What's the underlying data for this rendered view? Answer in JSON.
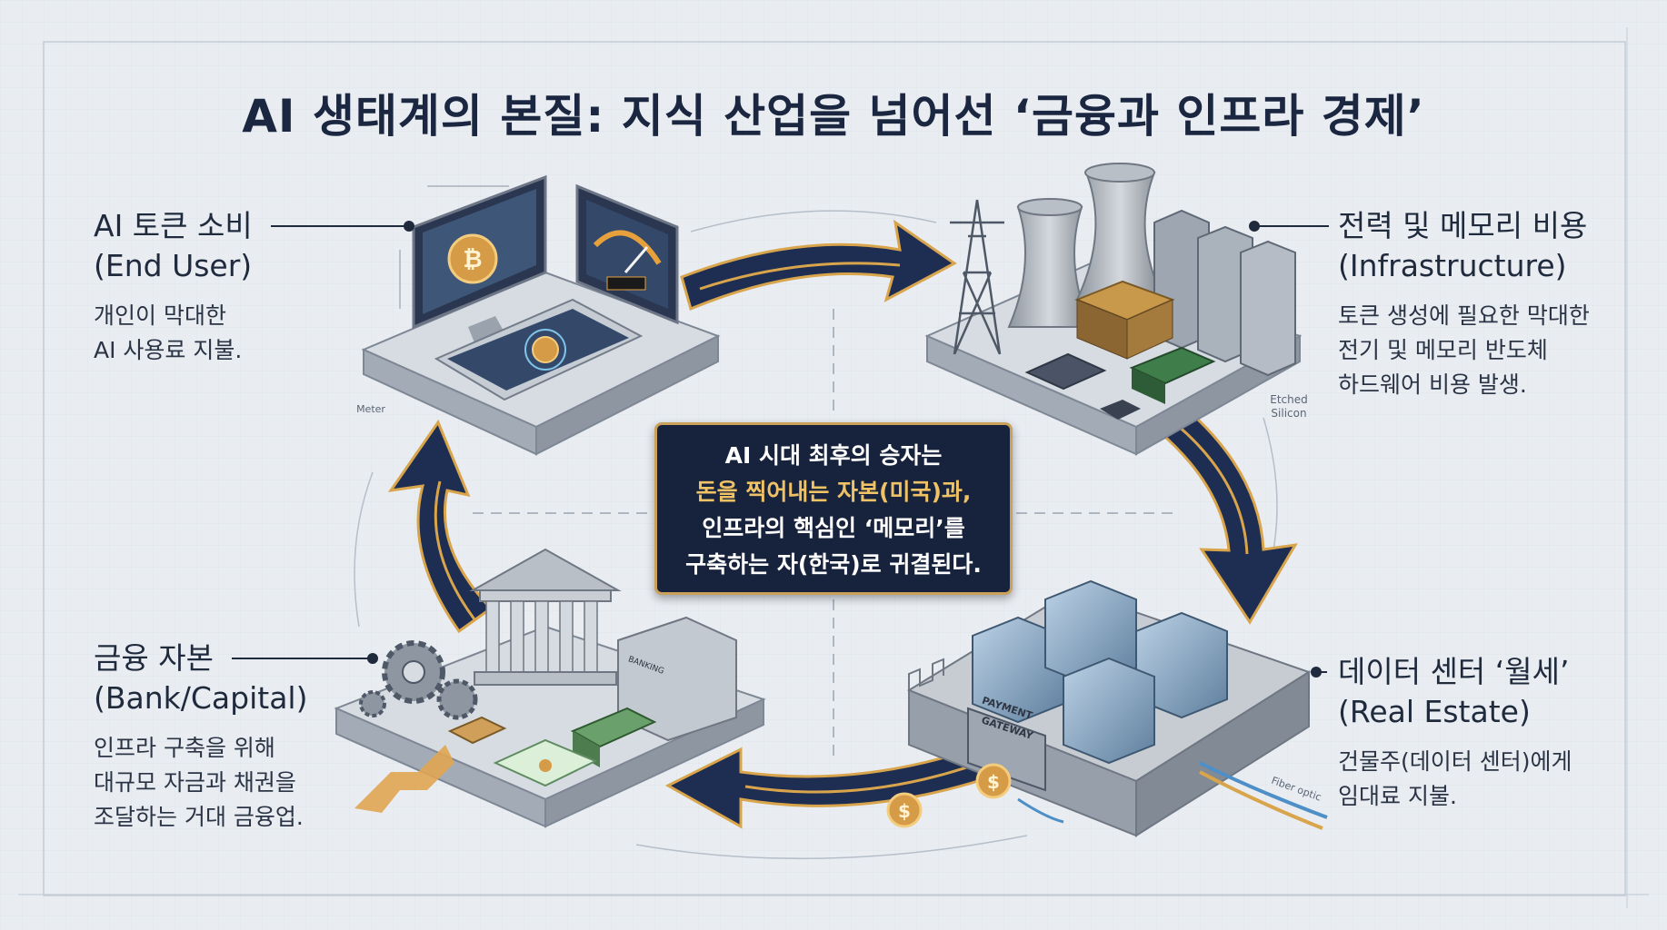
{
  "title": "AI 생태계의 본질: 지식 산업을 넘어선 ‘금융과 인프라 경제’",
  "end_user": {
    "heading": "AI 토큰 소비",
    "subheading": "(End User)",
    "description": "개인이 막대한\nAI 사용료 지불."
  },
  "infrastructure": {
    "heading": "전력 및 메모리 비용",
    "subheading": "(Infrastructure)",
    "description": "토큰 생성에 필요한 막대한\n전기 및 메모리 반도체\n하드웨어 비용 발생."
  },
  "bank_capital": {
    "heading": "금융 자본",
    "subheading": "(Bank/Capital)",
    "description": "인프라 구축을 위해\n대규모 자금과 채권을\n조달하는 거대 금융업."
  },
  "real_estate": {
    "heading": "데이터 센터 ‘월세’",
    "subheading": "(Real Estate)",
    "description": "건물주(데이터 센터)에게\n임대료 지불."
  },
  "center_message": {
    "line1": "AI 시대 최후의 승자는",
    "line2": "돈을 찍어내는 자본(미국)과,",
    "line3": "인프라의 핵심인 ‘메모리’를",
    "line4": "구축하는 자(한국)로 귀결된다."
  },
  "illustration_labels": {
    "meter": "Meter",
    "etched_silicon_1": "Etched",
    "etched_silicon_2": "Silicon",
    "payment_gateway_1": "PAYMENT",
    "payment_gateway_2": "GATEWAY",
    "fiber_optic": "Fiber optic",
    "banking": "BANKING"
  },
  "colors": {
    "background": "#e9edf2",
    "arrow_navy": "#1e2d52",
    "arrow_gold": "#d9a54c",
    "box_bg": "#17233c",
    "box_border": "#caa05a",
    "gold_text": "#f0c266"
  }
}
